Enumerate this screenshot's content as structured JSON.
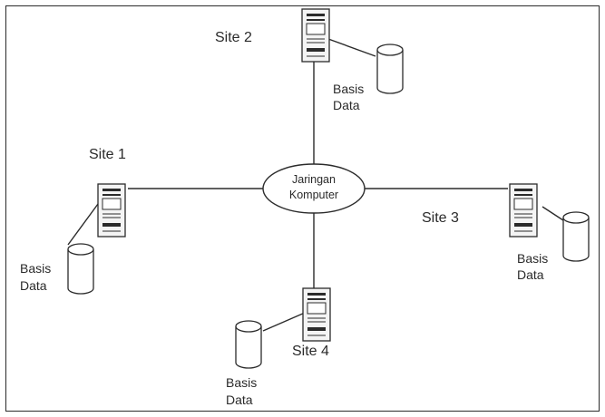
{
  "network": {
    "line1": "Jaringan",
    "line2": "Komputer"
  },
  "sites": [
    {
      "id": "site-1",
      "label": "Site 1",
      "db_line1": "Basis",
      "db_line2": "Data"
    },
    {
      "id": "site-2",
      "label": "Site 2",
      "db_line1": "Basis",
      "db_line2": "Data"
    },
    {
      "id": "site-3",
      "label": "Site 3",
      "db_line1": "Basis",
      "db_line2": "Data"
    },
    {
      "id": "site-4",
      "label": "Site 4",
      "db_line1": "Basis",
      "db_line2": "Data"
    }
  ],
  "colors": {
    "line": "#2b2b2b",
    "server_fill": "#f4f4f4",
    "database_fill": "#ffffff",
    "text": "#2a2a2a"
  }
}
